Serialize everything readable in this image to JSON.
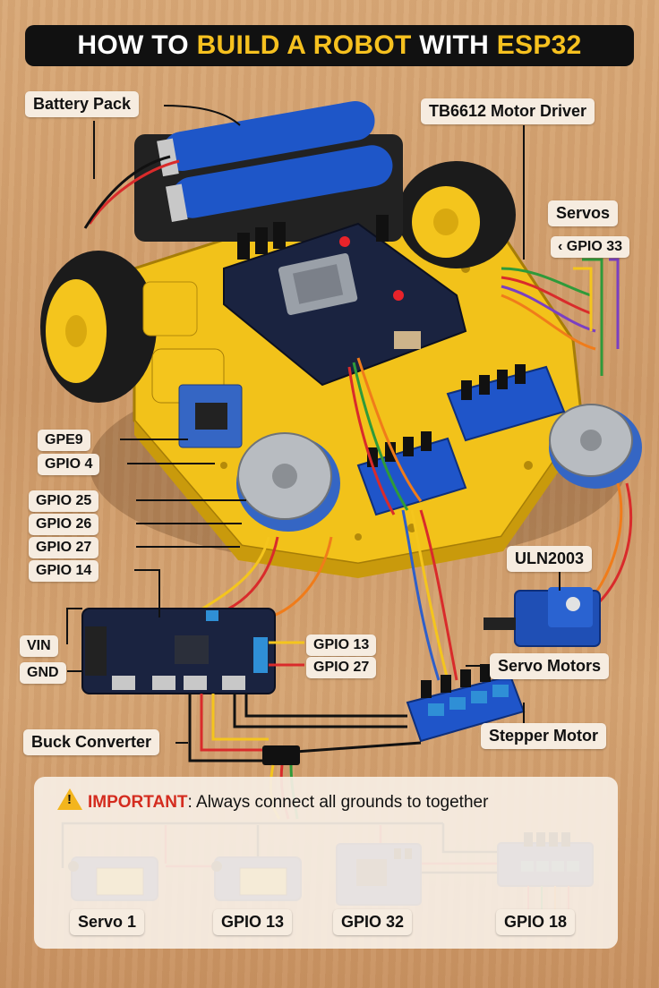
{
  "title": {
    "part1": "HOW TO ",
    "part2": "BUILD A ROBOT",
    "part3": " WITH ",
    "part4": "ESP32"
  },
  "labels": {
    "battery_pack": "Battery Pack",
    "motor_driver": "TB6612 Motor Driver",
    "servos": "Servos",
    "gpio33": "‹ GPIO 33",
    "gpe9": "GPE9",
    "gpio4": "GPIO 4",
    "gpio25": "GPIO 25",
    "gpio26": "GPIO 26",
    "gpio27": "GPIO 27",
    "gpio14": "GPIO 14",
    "vin": "VIN",
    "gnd": "GND",
    "gpio13_right": "GPIO 13",
    "gpio27_right": "GPIO 27",
    "uln2003": "ULN2003",
    "servo_motors": "Servo Motors",
    "stepper_motor": "Stepper Motor",
    "buck_converter": "Buck Converter"
  },
  "important": {
    "icon": "warning-icon",
    "prefix": "IMPORTANT",
    "text": ": Always connect all grounds to together"
  },
  "bottom_labels": {
    "servo1": "Servo 1",
    "gpio13": "GPIO 13",
    "gpio32": "GPIO 32",
    "gpio18": "GPIO 18"
  },
  "colors": {
    "title_bg": "#111111",
    "title_accent": "#f6c11f",
    "chassis": "#f2c21a",
    "battery": "#1e56c8",
    "wheel_hub": "#f4c51d",
    "pcb": "#1a2340",
    "driver": "#1f55c9",
    "important_red": "#d42c1f"
  }
}
